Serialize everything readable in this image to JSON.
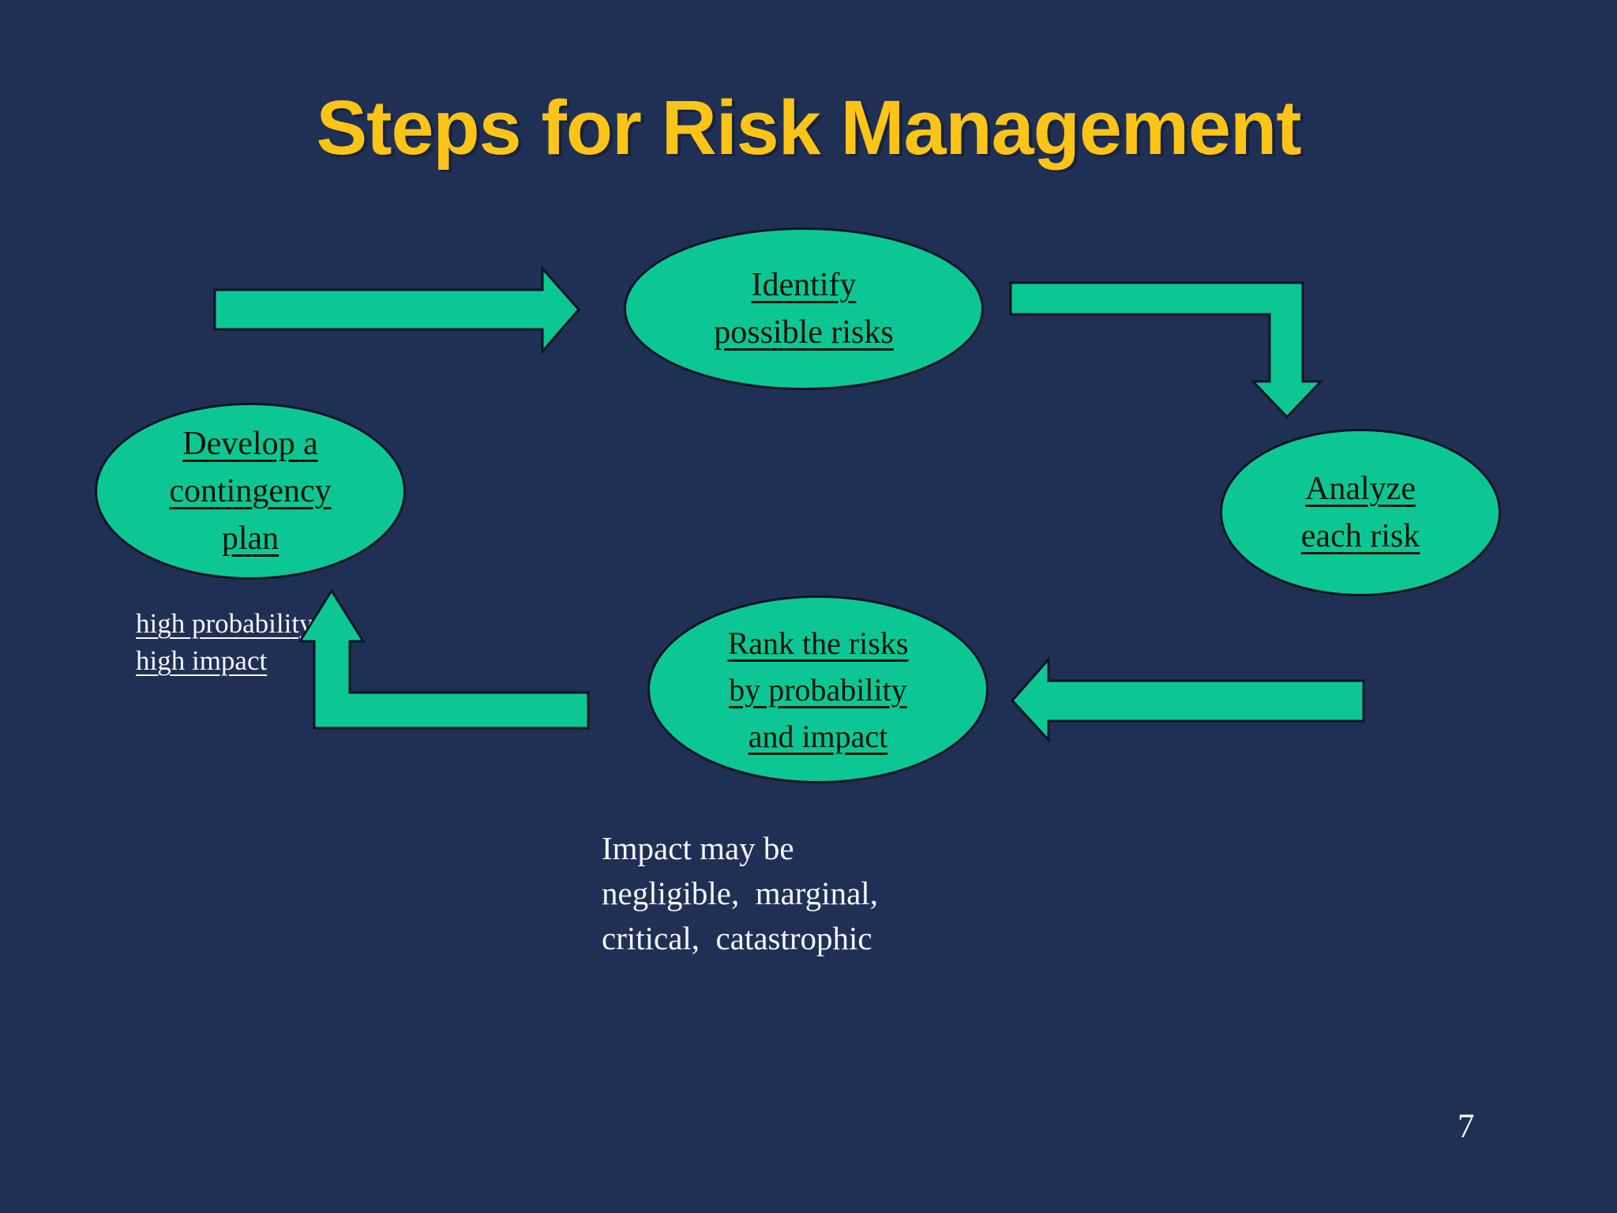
{
  "slide": {
    "title": "Steps for Risk Management",
    "page_number": "7",
    "colors": {
      "background": "#203055",
      "shape_green": "#0cc794",
      "title_gold": "#fcc417",
      "text_white": "#f3f6fb",
      "outline_black": "#0d1524"
    }
  },
  "diagram": {
    "nodes": {
      "identify": {
        "lines": [
          "Identify",
          "possible risks"
        ]
      },
      "analyze": {
        "lines": [
          "Analyze",
          "each risk"
        ]
      },
      "rank": {
        "lines": [
          "Rank the risks",
          "by probability",
          "and impact"
        ]
      },
      "develop": {
        "lines": [
          "Develop a",
          "contingency",
          "plan"
        ]
      }
    },
    "annotations": {
      "high_risk": {
        "lines": [
          "high probability",
          "high impact"
        ]
      },
      "impact_note": {
        "lines": [
          "Impact may be",
          "negligible,  marginal,",
          "critical,  catastrophic"
        ]
      }
    },
    "arrows": [
      {
        "name": "arrow-into-identify-icon",
        "direction": "right"
      },
      {
        "name": "arrow-identify-to-analyze-icon",
        "direction": "right-then-down"
      },
      {
        "name": "arrow-analyze-to-rank-icon",
        "direction": "left"
      },
      {
        "name": "arrow-rank-to-develop-icon",
        "direction": "left-then-up"
      }
    ]
  }
}
